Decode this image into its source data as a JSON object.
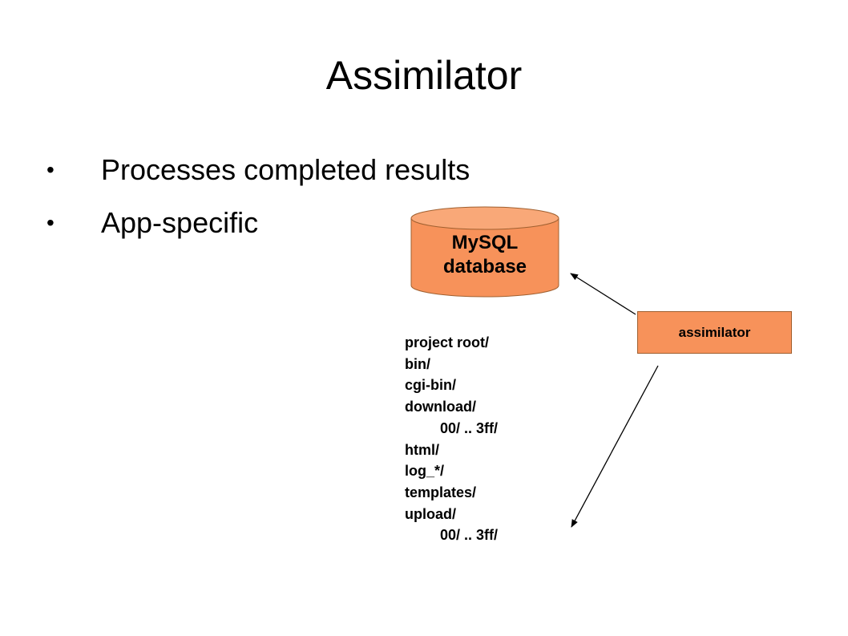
{
  "slide": {
    "title": "Assimilator",
    "bullets": [
      "Processes completed results",
      "App-specific"
    ],
    "bullet_symbol": "•"
  },
  "diagram": {
    "database": {
      "label_line1": "MySQL",
      "label_line2": "database",
      "fill_color": "#f7925a"
    },
    "assimilator_box": {
      "label": "assimilator",
      "fill_color": "#f7925a"
    },
    "directory_tree": [
      {
        "text": "project root/",
        "indent": false
      },
      {
        "text": "bin/",
        "indent": false
      },
      {
        "text": "cgi-bin/",
        "indent": false
      },
      {
        "text": "download/",
        "indent": false
      },
      {
        "text": "00/ .. 3ff/",
        "indent": true
      },
      {
        "text": "html/",
        "indent": false
      },
      {
        "text": "log_*/",
        "indent": false
      },
      {
        "text": "templates/",
        "indent": false
      },
      {
        "text": "upload/",
        "indent": false
      },
      {
        "text": "00/ .. 3ff/",
        "indent": true
      }
    ]
  }
}
